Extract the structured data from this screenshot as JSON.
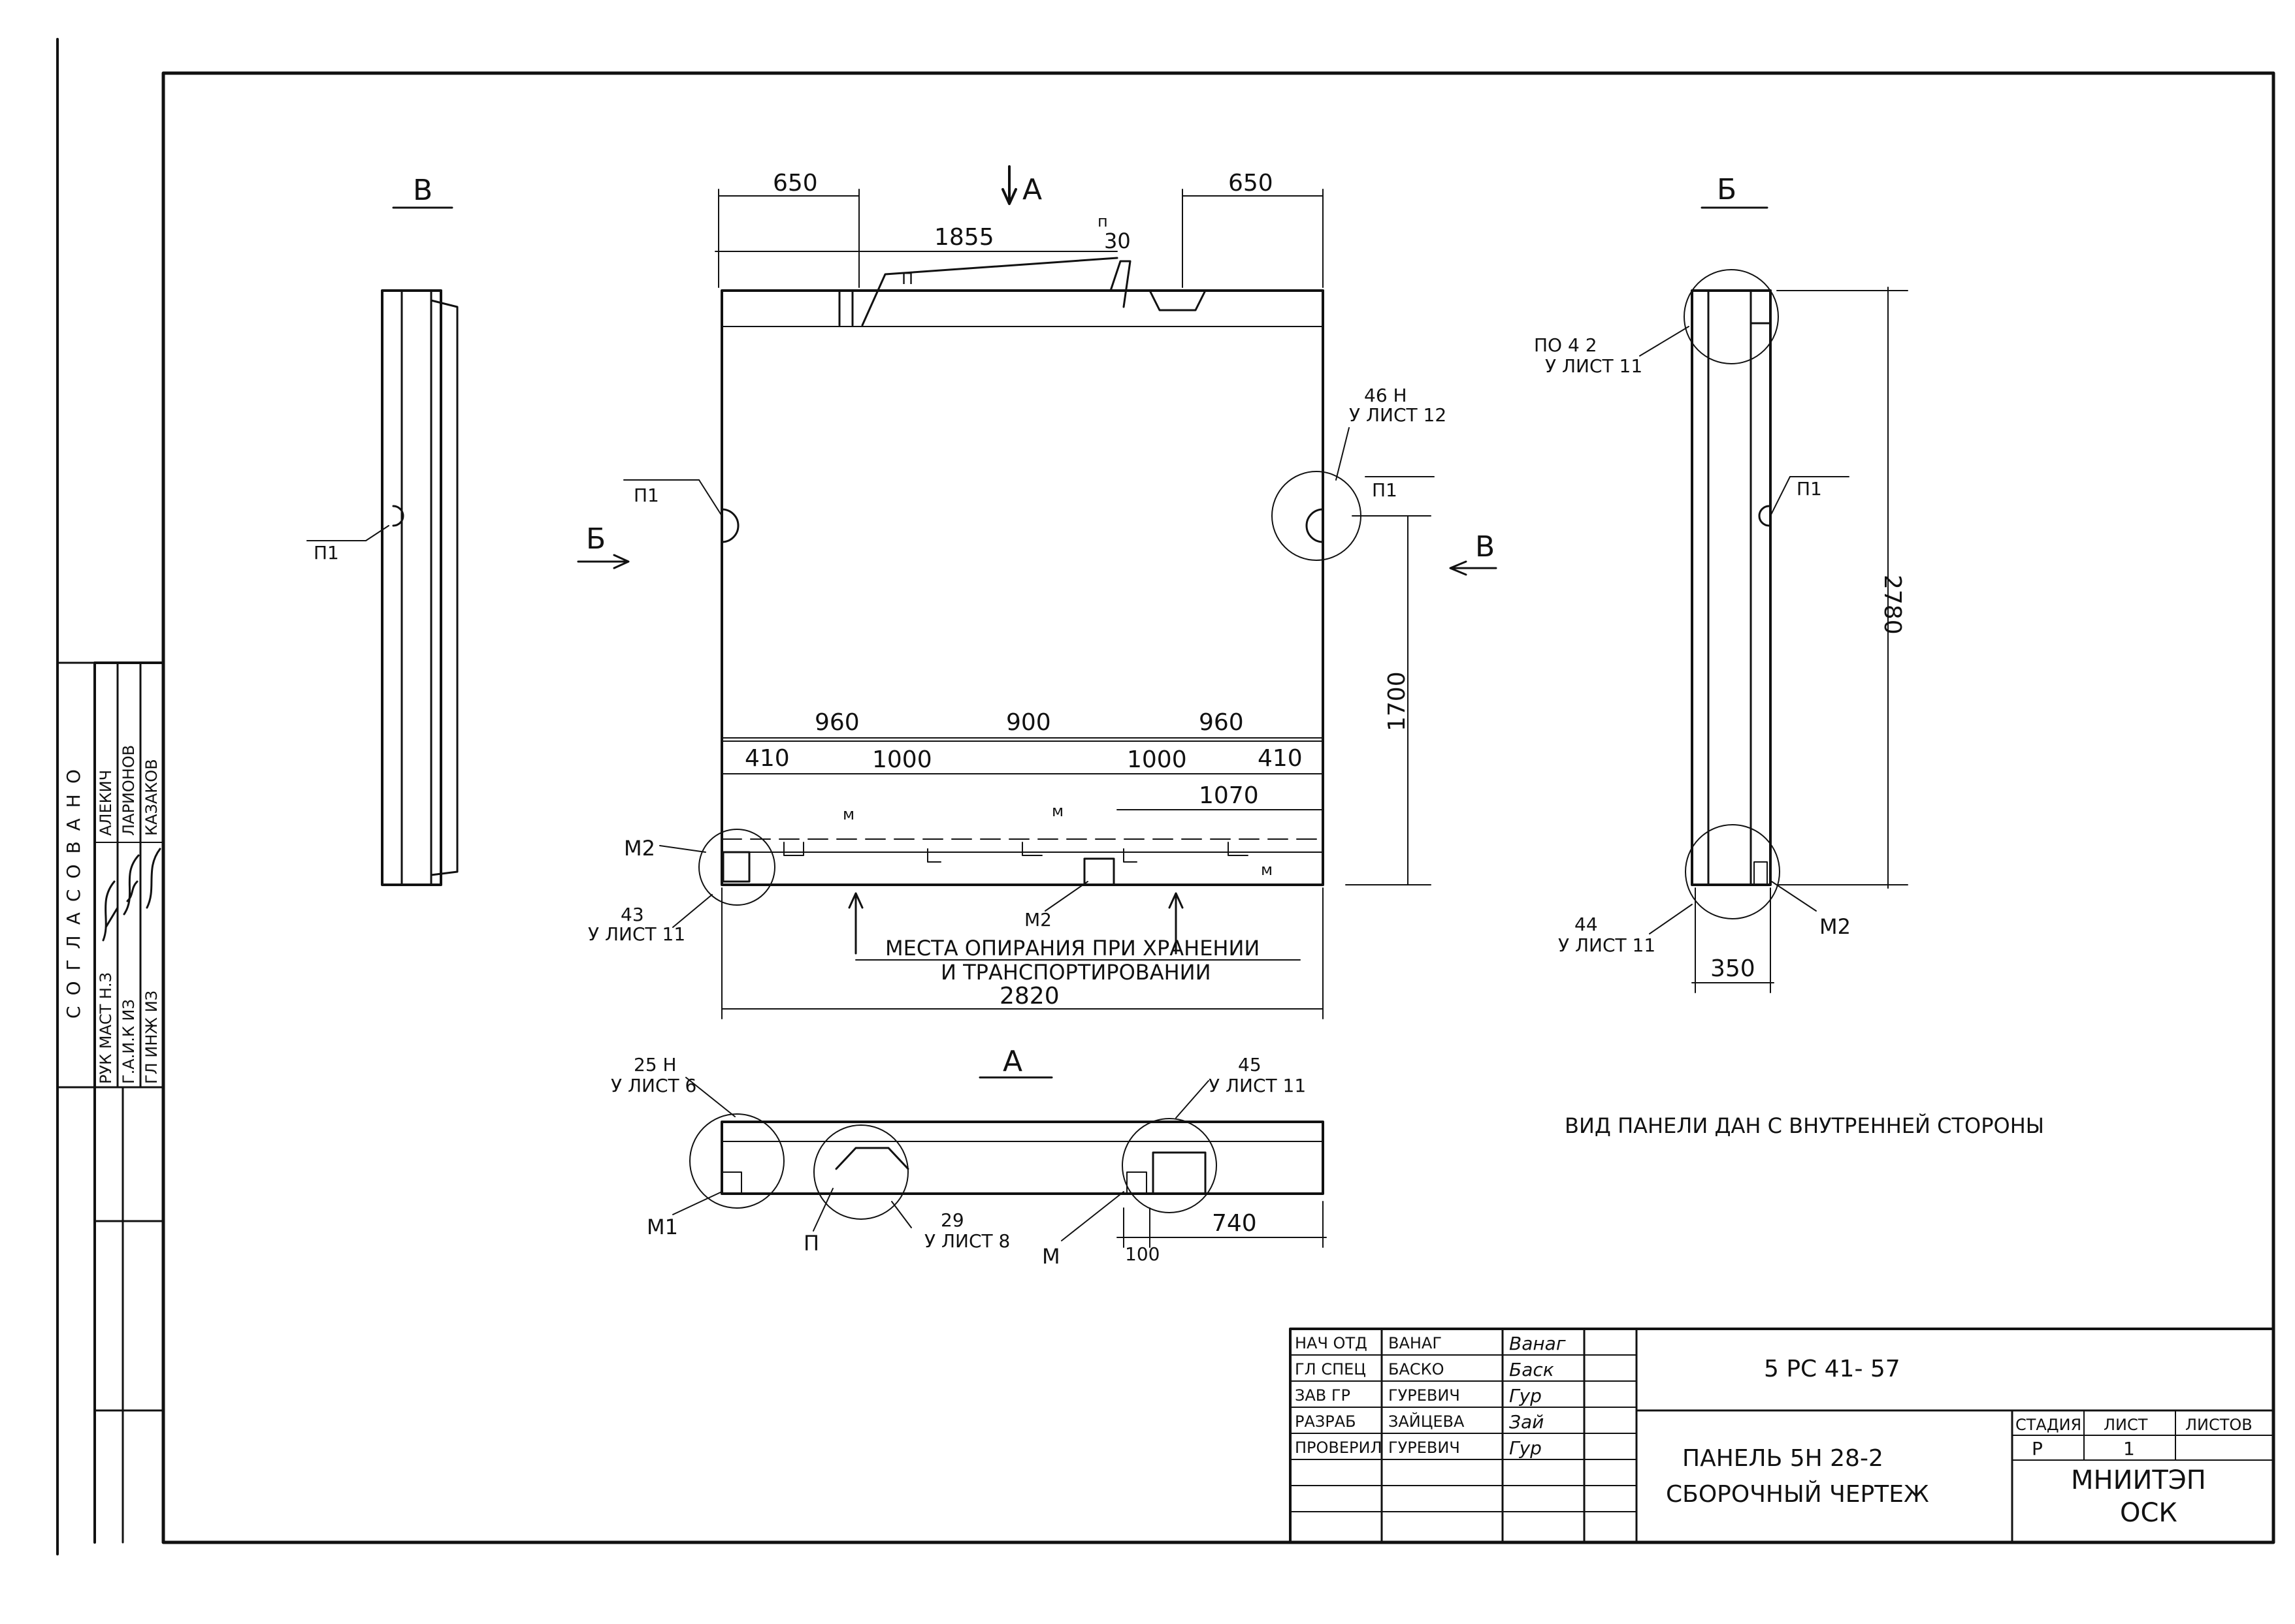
{
  "views": {
    "section_b_label": "В",
    "main_top_label": "А",
    "section_right_label": "Б",
    "view_a_label": "А",
    "arrow_left_label": "Б",
    "arrow_right_label": "В"
  },
  "dimensions": {
    "top_left": "650",
    "top_right": "650",
    "top_span": "1855",
    "top_small": "30",
    "top_small_p": "п",
    "mid_left": "960",
    "mid_center": "900",
    "mid_right": "960",
    "low_left": "410",
    "low_left_b": "1000",
    "low_right_b": "1000",
    "low_right": "410",
    "low_inner": "1070",
    "height": "1700",
    "overall_width": "2820",
    "right_height": "2780",
    "right_thickness": "350",
    "view_a_right": "740",
    "view_a_small": "100"
  },
  "callouts": {
    "p1_left": "П1",
    "p1_main_left": "П1",
    "p1_main_right": "П1",
    "p1_right_view": "П1",
    "node_46_num": "46 Н",
    "node_46_sheet": "У ЛИСТ 12",
    "node_42_num": "ПО 4 2",
    "node_42_sheet": "У ЛИСТ 11",
    "node_43_num": "43",
    "node_43_sheet": "У ЛИСТ 11",
    "node_44_num": "44",
    "node_44_sheet": "У ЛИСТ 11",
    "node_25_num": "25 Н",
    "node_25_sheet": "У ЛИСТ 6",
    "node_45_num": "45",
    "node_45_sheet": "У ЛИСТ 11",
    "node_29_num": "29",
    "node_29_sheet": "У ЛИСТ 8",
    "m2_left": "М2",
    "m2_bottom": "М2",
    "m2_right": "М2",
    "m1": "М1",
    "m_a": "М",
    "p_a": "П",
    "p_top": "П",
    "m_small": "м",
    "support_note_1": "МЕСТА ОПИРАНИЯ ПРИ ХРАНЕНИИ",
    "support_note_2": "И ТРАНСПОРТИРОВАНИИ"
  },
  "note": "ВИД ПАНЕЛИ ДАН С ВНУТРЕННЕЙ СТОРОНЫ",
  "approval": {
    "title": "СОГЛАСОВАНО",
    "rows": [
      {
        "role": "РУК МАСТ Н.З",
        "name": "АЛЕКИЧ"
      },
      {
        "role": "Г.А.И.К ИЗ",
        "name": "ЛАРИОНОВ"
      },
      {
        "role": "ГЛ ИНЖ ИЗ",
        "name": "КАЗАКОВ"
      }
    ]
  },
  "title_block": {
    "doc_code": "5 РС 41- 57",
    "title_line_1": "ПАНЕЛЬ 5Н 28-2",
    "title_line_2": "СБОРОЧНЫЙ ЧЕРТЕЖ",
    "org_line_1": "МНИИТЭП",
    "org_line_2": "ОСК",
    "stage_header": "СТАДИЯ",
    "sheet_header": "ЛИСТ",
    "sheets_header": "ЛИСТОВ",
    "stage_value": "Р",
    "sheet_value": "1",
    "sheets_value": "",
    "staff": [
      {
        "role": "НАЧ ОТД",
        "name": "ВАНАГ",
        "sign": "Ванаг"
      },
      {
        "role": "ГЛ СПЕЦ",
        "name": "БАСКО",
        "sign": "Баск"
      },
      {
        "role": "ЗАВ ГР",
        "name": "ГУРЕВИЧ",
        "sign": "Гур"
      },
      {
        "role": "РАЗРАБ",
        "name": "ЗАЙЦЕВА",
        "sign": "Зай"
      },
      {
        "role": "ПРОВЕРИЛ",
        "name": "ГУРЕВИЧ",
        "sign": "Гур"
      }
    ]
  }
}
